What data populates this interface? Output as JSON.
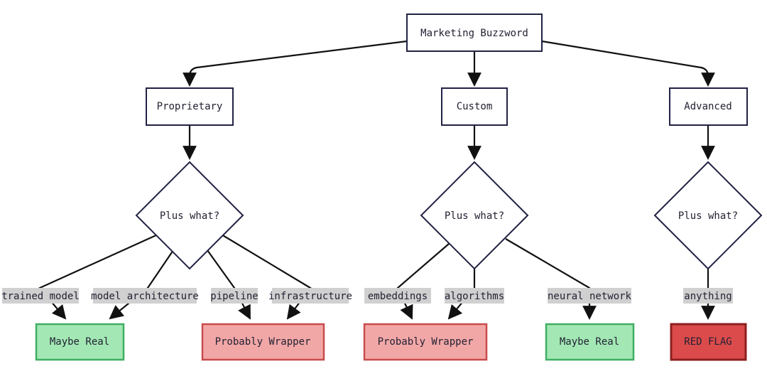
{
  "colors": {
    "line": "#111111",
    "node_fill": "#ffffff",
    "node_border": "#222244",
    "real_fill": "#a3e8b4",
    "real_border": "#3fae63",
    "wrapper_fill": "#f2a7a7",
    "wrapper_border": "#c84b4b",
    "redflag_fill": "#db4b4b",
    "redflag_border": "#8e1f1f",
    "label_bg": "#d0d0d0"
  },
  "nodes": {
    "root": "Marketing Buzzword",
    "proprietary": "Proprietary",
    "custom": "Custom",
    "advanced": "Advanced",
    "decision_proprietary": "Plus what?",
    "decision_custom": "Plus what?",
    "decision_advanced": "Plus what?",
    "result_maybe_real_1": "Maybe Real",
    "result_probably_wrapper_1": "Probably Wrapper",
    "result_probably_wrapper_2": "Probably Wrapper",
    "result_maybe_real_2": "Maybe Real",
    "result_red_flag": "RED FLAG"
  },
  "edge_labels": {
    "trained_model": "trained model",
    "model_architecture": "model architecture",
    "pipeline": "pipeline",
    "infrastructure": "infrastructure",
    "embeddings": "embeddings",
    "algorithms": "algorithms",
    "neural_network": "neural network",
    "anything": "anything"
  }
}
